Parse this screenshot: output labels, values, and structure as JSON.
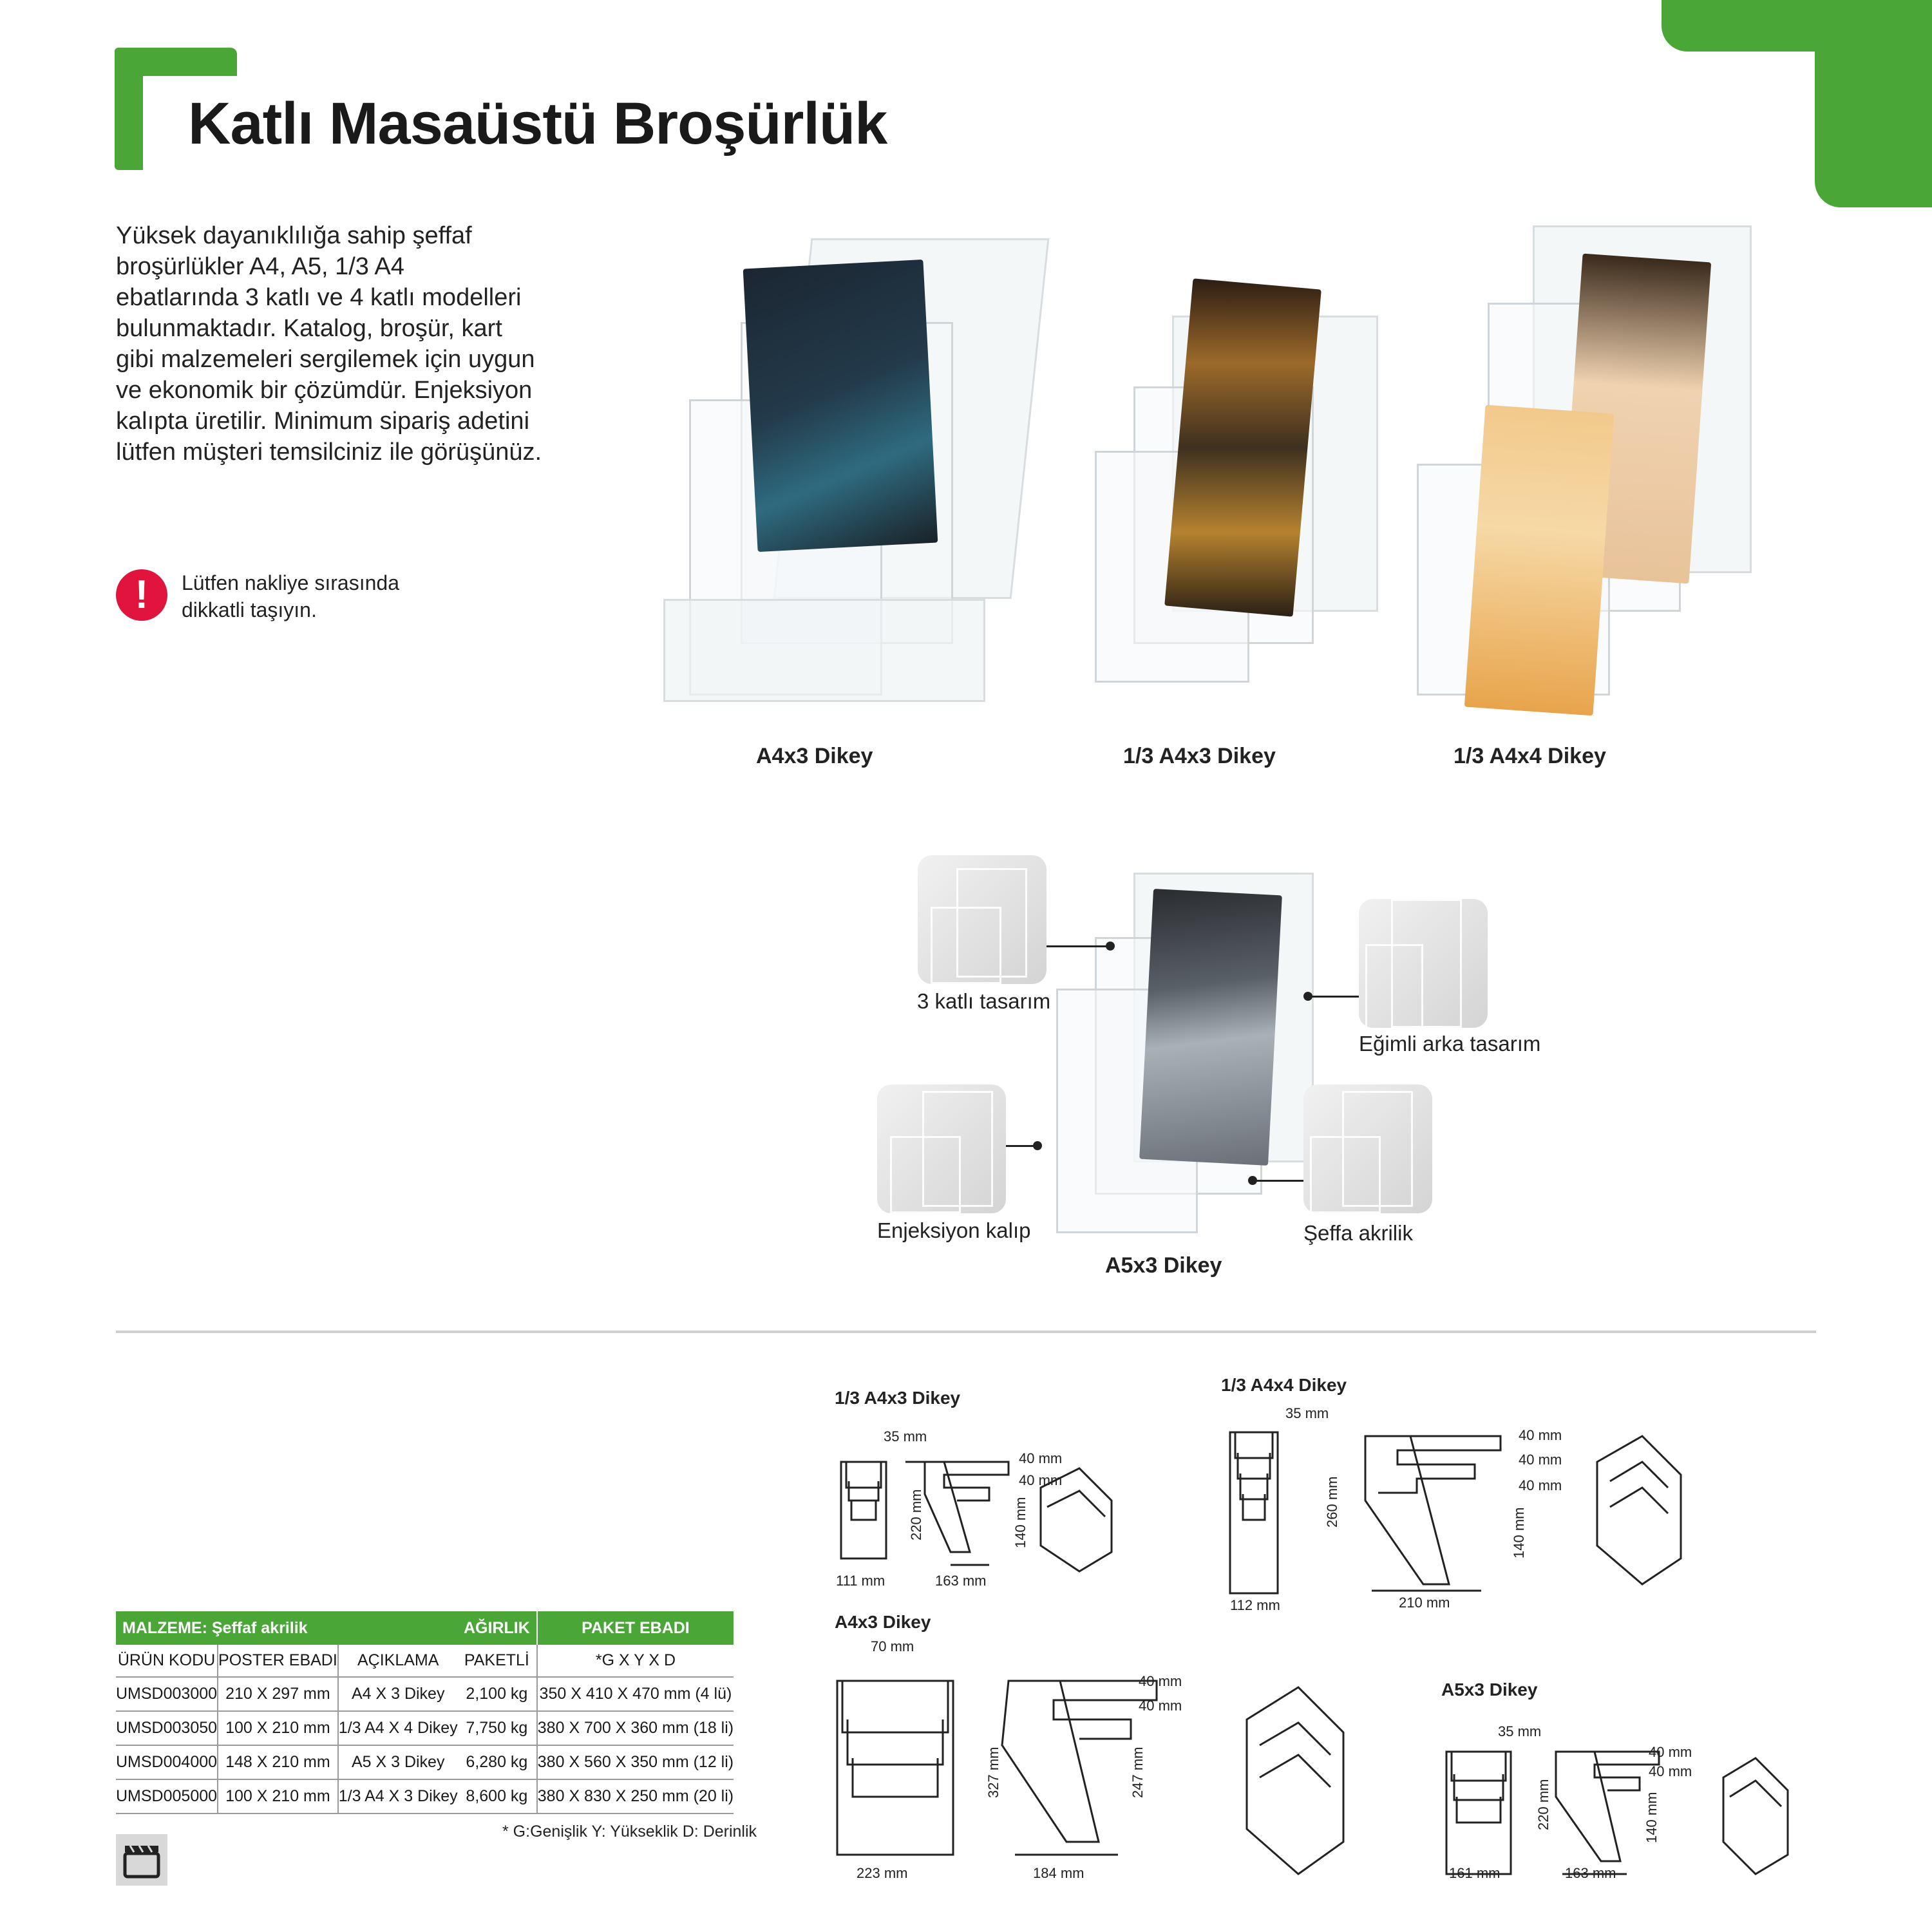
{
  "header": {
    "title": "Katlı Masaüstü Broşürlük",
    "accent_color": "#4aa637"
  },
  "intro_lines": [
    "Yüksek dayanıklılığa sahip şeffaf",
    "broşürlükler A4, A5, 1/3 A4",
    "ebatlarında 3 katlı ve 4 katlı modelleri",
    "bulunmaktadır. Katalog, broşür, kart",
    "gibi malzemeleri sergilemek için uygun",
    "ve ekonomik bir çözümdür. Enjeksiyon",
    "kalıpta üretilir. Minimum sipariş adetini",
    "lütfen müşteri temsilciniz ile görüşünüz."
  ],
  "warning": {
    "icon": "exclamation-icon",
    "icon_glyph": "!",
    "line1": "Lütfen nakliye sırasında",
    "line2": "dikkatli taşıyın."
  },
  "products": [
    {
      "caption": "A4x3 Dikey"
    },
    {
      "caption": "1/3 A4x3 Dikey"
    },
    {
      "caption": "1/3 A4x4 Dikey"
    }
  ],
  "feature_product": {
    "caption": "A5x3 Dikey"
  },
  "features": [
    {
      "label": "3 katlı tasarım"
    },
    {
      "label": "Eğimli arka tasarım"
    },
    {
      "label": "Enjeksiyon kalıp"
    },
    {
      "label": "Şeffa akrilik"
    }
  ],
  "material_table": {
    "header": "MALZEME: Şeffaf akrilik",
    "columns": [
      "ÜRÜN KODU",
      "POSTER EBADI",
      "AÇIKLAMA"
    ],
    "rows": [
      [
        "UMSD003000",
        "210 X 297 mm",
        "A4 X 3 Dikey"
      ],
      [
        "UMSD003050",
        "100 X 210 mm",
        "1/3 A4 X 4 Dikey"
      ],
      [
        "UMSD004000",
        "148 X 210 mm",
        "A5 X 3 Dikey"
      ],
      [
        "UMSD005000",
        "100 X 210 mm",
        "1/3 A4 X 3 Dikey"
      ]
    ]
  },
  "package_table": {
    "headers": [
      "AĞIRLIK",
      "PAKET EBADI"
    ],
    "columns": [
      "PAKETLİ",
      "*G X Y X D"
    ],
    "rows": [
      [
        "2,100 kg",
        "350 X 410 X 470 mm (4 lü)"
      ],
      [
        "7,750 kg",
        "380 X 700 X 360 mm (18 li)"
      ],
      [
        "6,280 kg",
        "380 X 560 X 350 mm (12 li)"
      ],
      [
        "8,600 kg",
        "380 X 830 X 250 mm (20 li)"
      ]
    ]
  },
  "footnote": "* G:Genişlik  Y: Yükseklik  D: Derinlik",
  "drawings": {
    "d1": {
      "title": "1/3 A4x3 Dikey",
      "w": "35 mm",
      "a": "40 mm",
      "b": "40 mm",
      "h": "220 mm",
      "h2": "140 mm",
      "bw": "111 mm",
      "bd": "163 mm"
    },
    "d2": {
      "title": "1/3 A4x4 Dikey",
      "w": "35 mm",
      "a": "40 mm",
      "b": "40 mm",
      "c": "40 mm",
      "h": "260 mm",
      "h2": "140 mm",
      "bw": "112 mm",
      "bd": "210 mm"
    },
    "d3": {
      "title": "A4x3 Dikey",
      "w": "70 mm",
      "a": "40 mm",
      "b": "40 mm",
      "h": "327 mm",
      "h2": "247 mm",
      "bw": "223 mm",
      "bd": "184 mm"
    },
    "d4": {
      "title": "A5x3 Dikey",
      "w": "35 mm",
      "a": "40 mm",
      "b": "40 mm",
      "h": "220 mm",
      "h2": "140 mm",
      "bw": "161 mm",
      "bd": "163 mm"
    }
  }
}
